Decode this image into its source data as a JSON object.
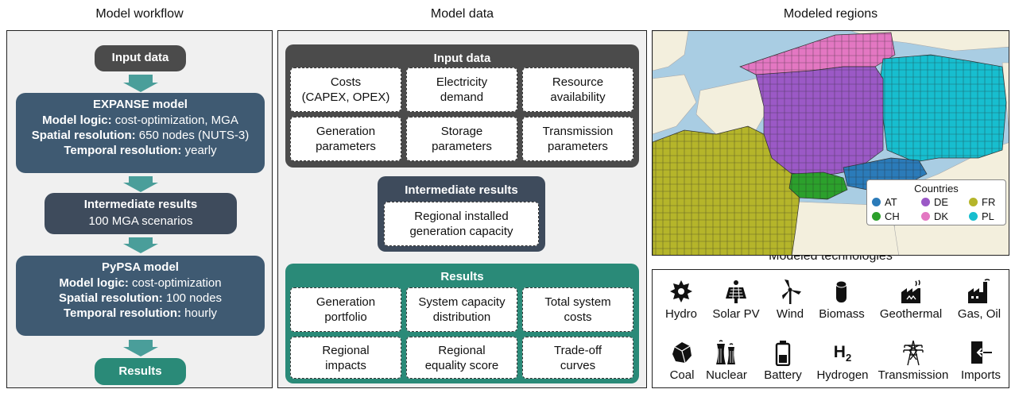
{
  "titles": {
    "workflow": "Model workflow",
    "data": "Model data",
    "regions": "Modeled regions",
    "technologies": "Modeled technologies"
  },
  "workflow": {
    "input": "Input data",
    "expanse": {
      "title": "EXPANSE model",
      "logic_label": "Model logic:",
      "logic_value": " cost-optimization, MGA",
      "spatial_label": "Spatial resolution:",
      "spatial_value": " 650 nodes (NUTS-3)",
      "temporal_label": "Temporal resolution:",
      "temporal_value": " yearly"
    },
    "intermediate": {
      "title": "Intermediate results",
      "subtitle": "100 MGA scenarios"
    },
    "pypsa": {
      "title": "PyPSA model",
      "logic_label": "Model logic:",
      "logic_value": " cost-optimization",
      "spatial_label": "Spatial resolution:",
      "spatial_value": " 100 nodes",
      "temporal_label": "Temporal resolution:",
      "temporal_value": " hourly"
    },
    "results": "Results"
  },
  "model_data": {
    "input": {
      "title": "Input data",
      "cells": [
        [
          "Costs",
          "(CAPEX, OPEX)"
        ],
        [
          "Electricity",
          "demand"
        ],
        [
          "Resource",
          "availability"
        ],
        [
          "Generation",
          "parameters"
        ],
        [
          "Storage",
          "parameters"
        ],
        [
          "Transmission",
          "parameters"
        ]
      ]
    },
    "intermediate": {
      "title": "Intermediate results",
      "cells": [
        [
          "Regional installed",
          "generation capacity"
        ]
      ]
    },
    "results": {
      "title": "Results",
      "cells": [
        [
          "Generation",
          "portfolio"
        ],
        [
          "System capacity",
          "distribution"
        ],
        [
          "Total system",
          "costs"
        ],
        [
          "Regional",
          "impacts"
        ],
        [
          "Regional",
          "equality score"
        ],
        [
          "Trade-off",
          "curves"
        ]
      ]
    }
  },
  "legend": {
    "title": "Countries",
    "items": [
      {
        "code": "AT",
        "color": "#2b7bb9"
      },
      {
        "code": "DE",
        "color": "#9b59c6"
      },
      {
        "code": "FR",
        "color": "#b5b52a"
      },
      {
        "code": "CH",
        "color": "#2ca02c"
      },
      {
        "code": "DK",
        "color": "#e377c2"
      },
      {
        "code": "PL",
        "color": "#17becf"
      }
    ]
  },
  "technologies": [
    {
      "name": "Hydro",
      "icon": "hydro-icon"
    },
    {
      "name": "Solar PV",
      "icon": "solar-pv-icon"
    },
    {
      "name": "Wind",
      "icon": "wind-icon"
    },
    {
      "name": "Biomass",
      "icon": "biomass-icon"
    },
    {
      "name": "Geothermal",
      "icon": "geothermal-icon"
    },
    {
      "name": "Gas, Oil",
      "icon": "gas-oil-icon"
    },
    {
      "name": "Coal",
      "icon": "coal-icon"
    },
    {
      "name": "Nuclear",
      "icon": "nuclear-icon"
    },
    {
      "name": "Battery",
      "icon": "battery-icon"
    },
    {
      "name": "Hydrogen",
      "icon": "hydrogen-icon",
      "symbol": "H2"
    },
    {
      "name": "Transmission",
      "icon": "transmission-icon"
    },
    {
      "name": "Imports",
      "icon": "imports-icon"
    }
  ],
  "colors": {
    "workflow_dark": "#4b4b4b",
    "workflow_blue": "#3f5a72",
    "workflow_slate": "#3e4b5c",
    "results_green": "#2a8a78",
    "arrow_teal": "#4a9e9a"
  }
}
